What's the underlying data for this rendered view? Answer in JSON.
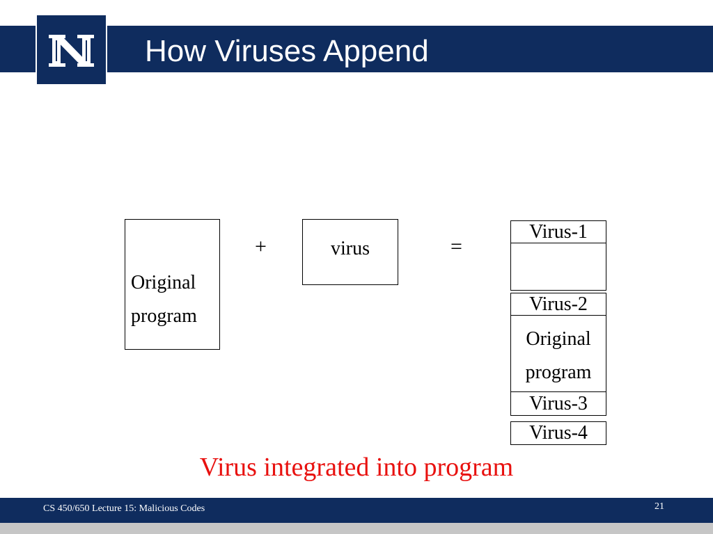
{
  "slide": {
    "title": "How Viruses Append",
    "caption": "Virus integrated into program",
    "footer": "CS 450/650 Lecture 15: Malicious Codes",
    "page_number": "21"
  },
  "diagram": {
    "original": {
      "line1": "Original",
      "line2": "program"
    },
    "plus": "+",
    "virus": "virus",
    "equals": "=",
    "result": {
      "virus1": "Virus-1",
      "virus2": "Virus-2",
      "original_line1": "Original",
      "original_line2": "program",
      "virus3": "Virus-3",
      "virus4": "Virus-4"
    }
  },
  "colors": {
    "header": "#0f2c5e",
    "caption": "#e8110f"
  },
  "logo": {
    "icon": "university-n-logo"
  }
}
